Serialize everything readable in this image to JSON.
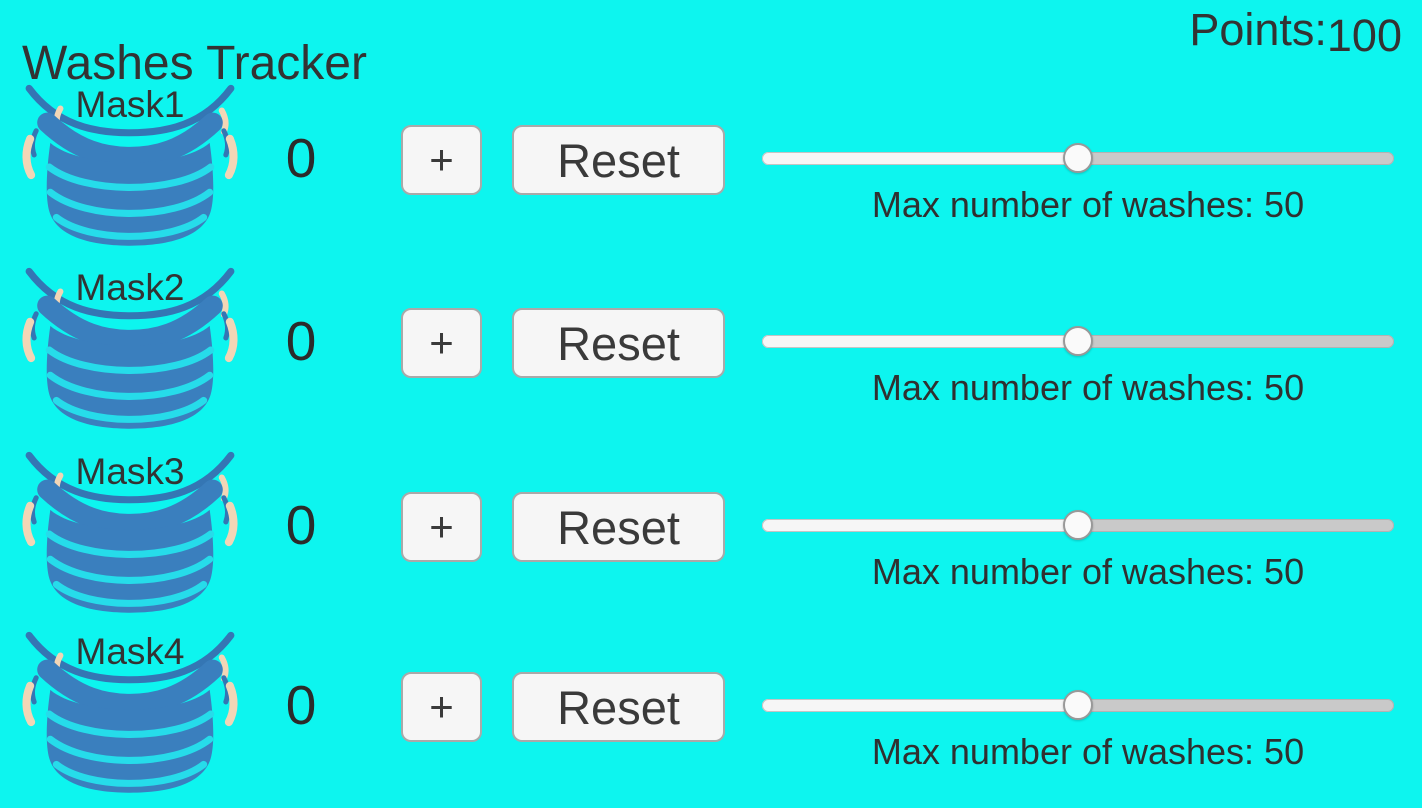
{
  "header": {
    "title": "Washes Tracker",
    "points_label": "Points:",
    "points_value": "100"
  },
  "colors": {
    "background": "#0df5ef",
    "mask_blue": "#3a7fbe",
    "arc_blue": "#3476b4",
    "pleat_cyan": "#26dcea",
    "ear_peach": "#f2d6b6",
    "text_dark": "#333333",
    "button_bg": "#f6f6f6",
    "button_border": "#a9a9a9",
    "track_empty": "#c9c9c9",
    "track_filled": "#f6f6f6",
    "thumb_bg": "#fafafa"
  },
  "rows": [
    {
      "mask_label": "Mask1",
      "count": "0",
      "increment_label": "+",
      "reset_label": "Reset",
      "slider_percent": 50,
      "max_washes_value": 50,
      "max_washes_label": "Max number of washes: 50"
    },
    {
      "mask_label": "Mask2",
      "count": "0",
      "increment_label": "+",
      "reset_label": "Reset",
      "slider_percent": 50,
      "max_washes_value": 50,
      "max_washes_label": "Max number of washes: 50"
    },
    {
      "mask_label": "Mask3",
      "count": "0",
      "increment_label": "+",
      "reset_label": "Reset",
      "slider_percent": 50,
      "max_washes_value": 50,
      "max_washes_label": "Max number of washes: 50"
    },
    {
      "mask_label": "Mask4",
      "count": "0",
      "increment_label": "+",
      "reset_label": "Reset",
      "slider_percent": 50,
      "max_washes_value": 50,
      "max_washes_label": "Max number of washes: 50"
    }
  ]
}
